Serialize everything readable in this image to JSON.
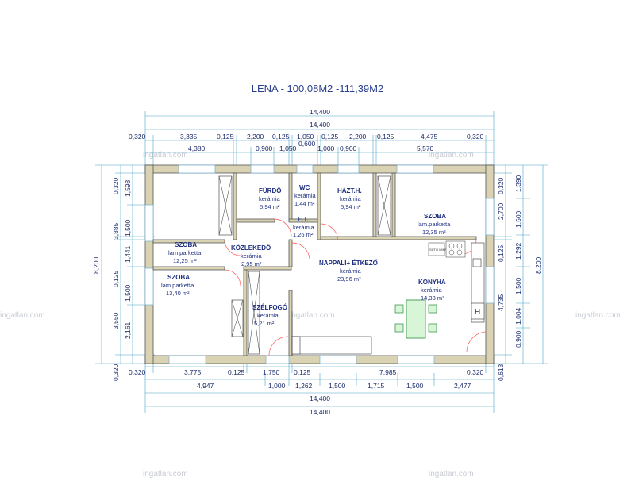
{
  "title": "LENA - 100,08M2 -111,39M2",
  "watermark": "ingatlan.com",
  "top_dims": {
    "total1": "14,400",
    "total2": "14,400",
    "row3": [
      "0,320",
      "3,335",
      "0,125",
      "2,200",
      "0,125",
      "1,050",
      "0,125",
      "2,200",
      "0,125",
      "4,475",
      "0,320"
    ],
    "mid": "0,600",
    "row4": [
      "4,380",
      "0,900",
      "1,050",
      "1,000",
      "0,900",
      "5,570"
    ]
  },
  "bottom_dims": {
    "row1": [
      "0,320",
      "3,775",
      "0,125",
      "1,750",
      "0,125",
      "7,985",
      "0,320"
    ],
    "row2": [
      "4,947",
      "1,000",
      "1,262",
      "1,500",
      "1,715",
      "1,500",
      "2,477"
    ],
    "total1": "14,400",
    "total2": "14,400"
  },
  "left_dims": {
    "total": "8,200",
    "col2": [
      "0,320",
      "3,885",
      "0,125",
      "3,550",
      "0,320"
    ],
    "col1": [
      "1,598",
      "1,500",
      "1,441",
      "1,500",
      "2,161"
    ]
  },
  "right_dims": {
    "total": "8,200",
    "col1": [
      "0,320",
      "2,700",
      "0,125",
      "4,735",
      "0,613"
    ],
    "col2": [
      "1,390",
      "1,500",
      "1,292",
      "1,500",
      "1,004",
      "0,900"
    ]
  },
  "rooms": [
    {
      "name": "FÜRDŐ",
      "floor": "kerámia",
      "area": "5,94 m²"
    },
    {
      "name": "WC",
      "floor": "kerámia",
      "area": "1,44 m²"
    },
    {
      "name": "HÁZT.H.",
      "floor": "kerámia",
      "area": "5,94 m²"
    },
    {
      "name": "E.T.",
      "floor": "kerámia",
      "area": "1,26 m²"
    },
    {
      "name": "SZOBA",
      "floor": "lam.parketta",
      "area": "12,35 m²"
    },
    {
      "name": "SZOBA",
      "floor": "lam.parketta",
      "area": "12,25 m²"
    },
    {
      "name": "KÖZLEKEDŐ",
      "floor": "kerámia",
      "area": "2,95 m²"
    },
    {
      "name": "NAPPALI+ ÉTKEZŐ",
      "floor": "kerámia",
      "area": "23,96 m²"
    },
    {
      "name": "SZOBA",
      "floor": "lam.parketta",
      "area": "13,40 m²"
    },
    {
      "name": "KONYHA",
      "floor": "kerámia",
      "area": "14,38 m²"
    },
    {
      "name": "SZÉLFOGÓ",
      "floor": "kerámia",
      "area": "5,21 m²"
    }
  ],
  "appliance_label": "SÜTŐ MIKRO",
  "fridge_label": "H"
}
